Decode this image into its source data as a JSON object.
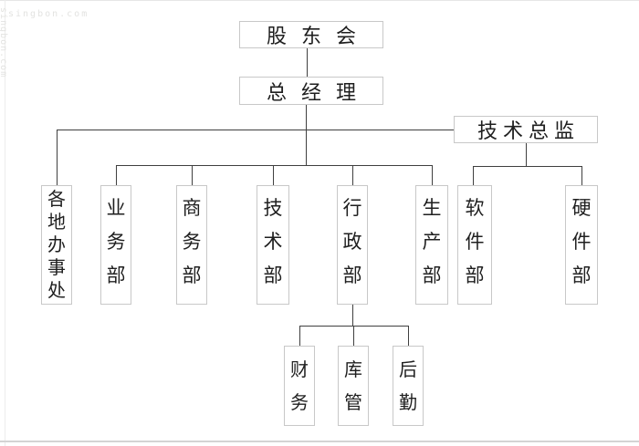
{
  "diagram_type": "org-chart",
  "watermarks": {
    "top_left": "singbon.com",
    "left_edge": "singbon.com"
  },
  "colors": {
    "background": "#ffffff",
    "line": "#3f3f3f",
    "box_border": "#c8c8c8",
    "text": "#1f1f1f",
    "watermark": "#e3e3e1"
  },
  "nodes": {
    "shareholders": {
      "label": "股东会"
    },
    "general_manager": {
      "label": "总经理"
    },
    "tech_director": {
      "label": "技术总监"
    },
    "offices": {
      "label": "各地办事处"
    },
    "business": {
      "label": "业务部"
    },
    "commerce": {
      "label": "商务部"
    },
    "technology": {
      "label": "技术部"
    },
    "admin": {
      "label": "行政部"
    },
    "production": {
      "label": "生产部"
    },
    "software": {
      "label": "软件部"
    },
    "hardware": {
      "label": "硬件部"
    },
    "finance": {
      "label": "财务"
    },
    "warehouse": {
      "label": "库管"
    },
    "logistics": {
      "label": "后勤"
    }
  },
  "hierarchy": {
    "shareholders": [
      "general_manager"
    ],
    "general_manager": [
      "offices",
      "business",
      "commerce",
      "technology",
      "admin",
      "production",
      "tech_director"
    ],
    "tech_director": [
      "software",
      "hardware"
    ],
    "admin": [
      "finance",
      "warehouse",
      "logistics"
    ]
  }
}
